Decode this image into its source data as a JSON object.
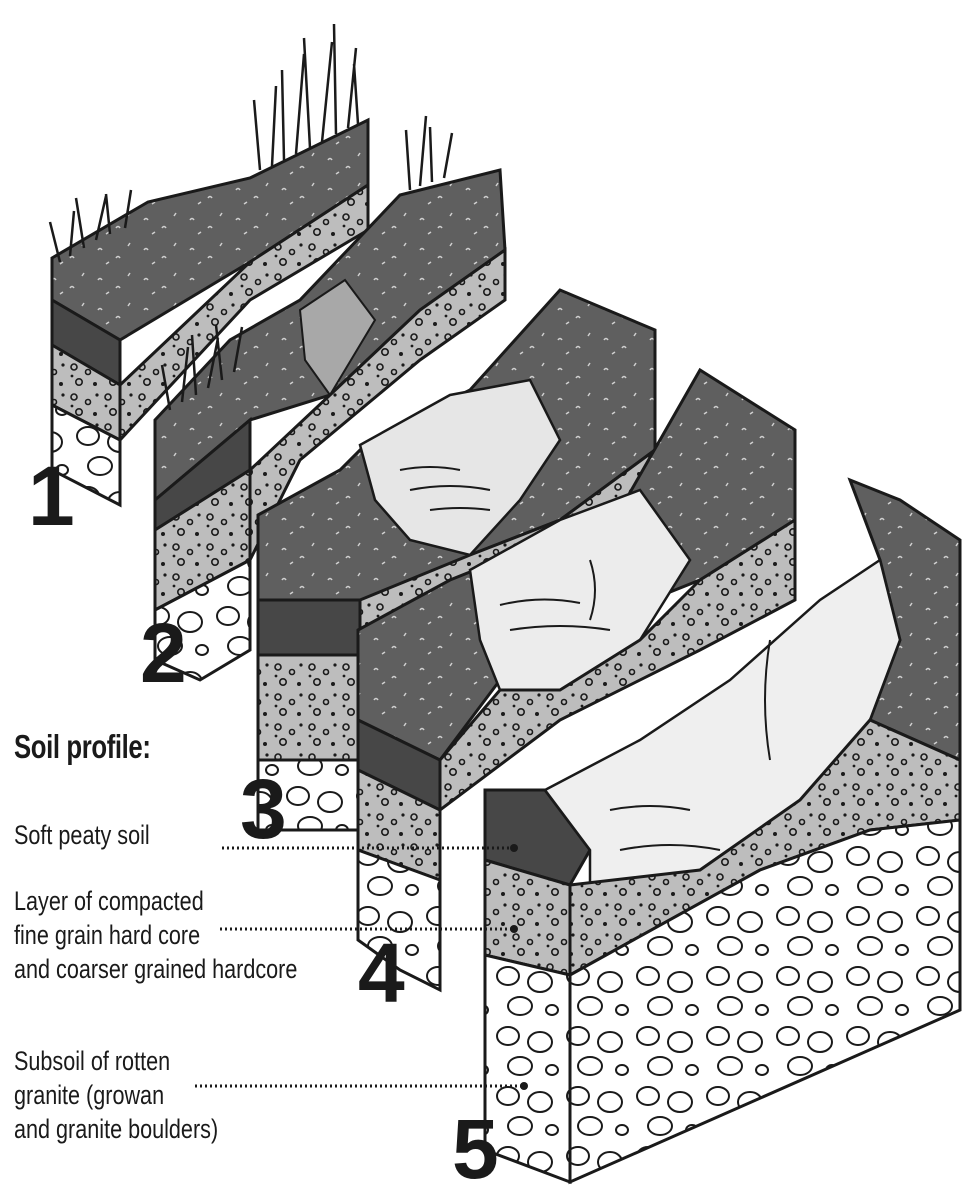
{
  "stages": [
    "1",
    "2",
    "3",
    "4",
    "5"
  ],
  "legend": {
    "title": "Soil profile:",
    "items": [
      {
        "lines": [
          "Soft peaty soil"
        ]
      },
      {
        "lines": [
          "Layer of compacted",
          "fine grain hard core",
          "and coarser grained hardcore"
        ]
      },
      {
        "lines": [
          "Subsoil of rotten",
          "granite (growan",
          "and granite boulders)"
        ]
      }
    ]
  },
  "colors": {
    "peat": "#5f5f5f",
    "peat_dark": "#474747",
    "hardcore": "#bdbdbd",
    "hardcore_light": "#d6d6d6",
    "path": "#ececec",
    "subsoil": "#ffffff",
    "outline": "#1a1a1a"
  }
}
